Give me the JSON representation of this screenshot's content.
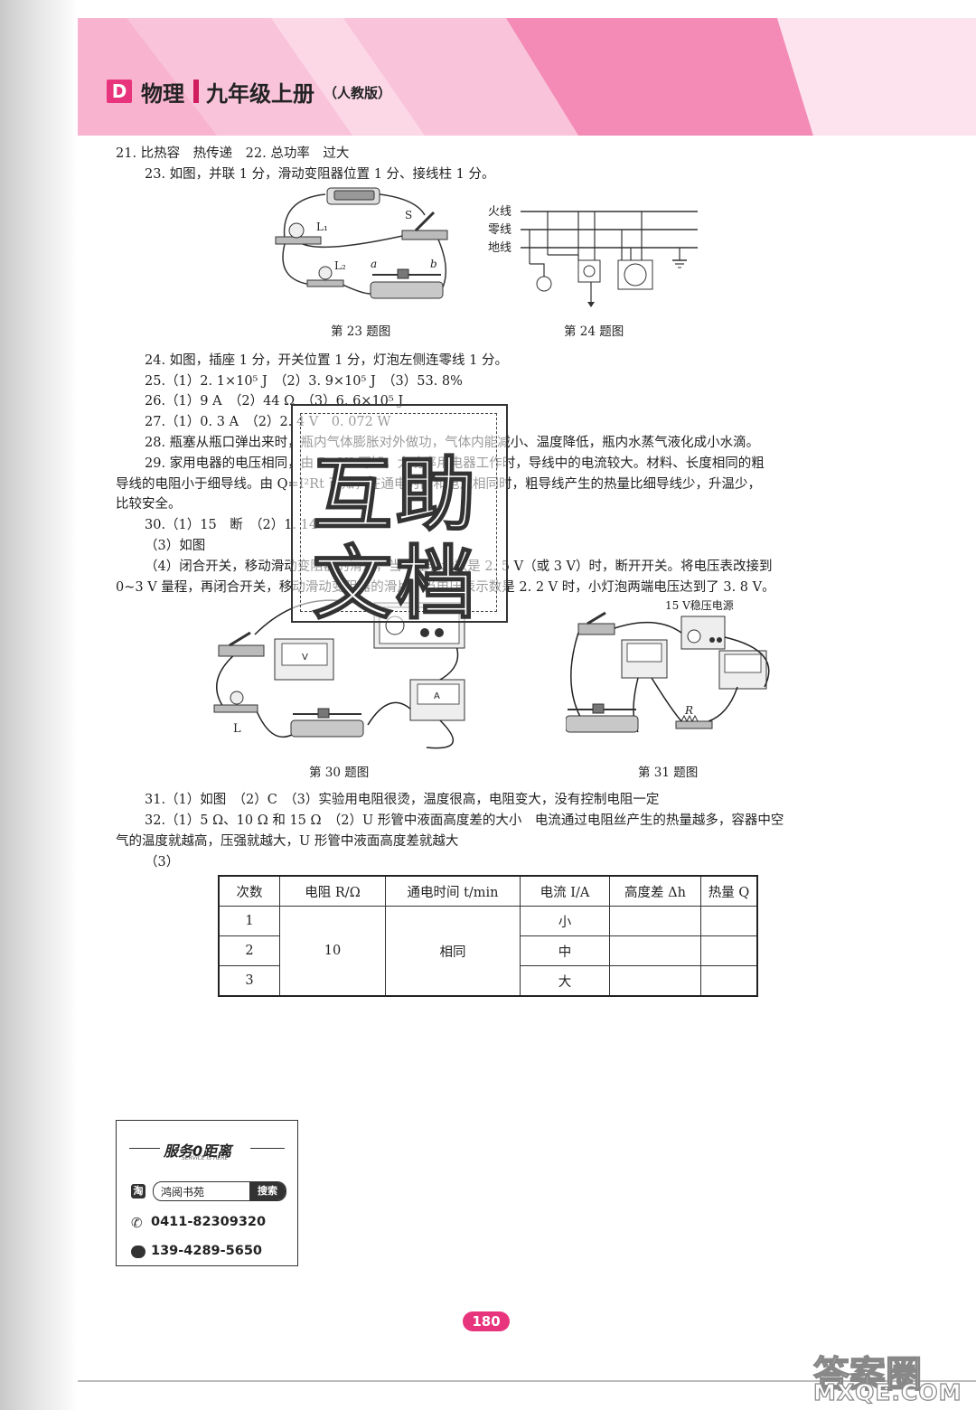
{
  "header": {
    "badge": "D",
    "subject": "物理",
    "grade": "九年级上册",
    "edition": "（人教版）"
  },
  "lines": {
    "l1": "21. 比热容　热传递　22. 总功率　过大",
    "l2": "23. 如图，并联 1 分，滑动变阻器位置 1 分、接线柱 1 分。",
    "l3": "24. 如图，插座 1 分，开关位置 1 分，灯泡左侧连零线 1 分。",
    "l4": "25.（1）2. 1×10⁵ J　（2）3. 9×10⁵ J　（3）53. 8%",
    "l5": "26.（1）9 A　（2）44 Ω　（3）6. 6×10⁵ J",
    "l6": "27.（1）0. 3 A　（2）2. 4 V　0. 072 W",
    "l7": "28. 瓶塞从瓶口弹出来时，瓶内气体膨胀对外做功，气体内能减小、温度降低，瓶内水蒸气液化成小水滴。",
    "l8": "29. 家用电器的电压相同，由 P=UI 可知，大功率用电器工作时，导线中的电流较大。材料、长度相同的粗",
    "l9": "导线的电阻小于细导线。由 Q=I²Rt 可知，在通电时间和电流相同时，粗导线产生的热量比细导线少，升温少，",
    "l10": "比较安全。",
    "l11": "30.（1）15　断　（2）1. 14",
    "l12": "（3）如图",
    "l13": "（4）闭合开关，移动滑动变阻器的滑片，当电压表示数是 2. 5 V（或 3 V）时，断开开关。将电压表改接到",
    "l14": "0~3 V 量程，再闭合开关，移动滑动变阻器的滑片，当电压表示数是 2. 2 V 时，小灯泡两端电压达到了 3. 8 V。",
    "l15": "31.（1）如图　（2）C　（3）实验用电阻很烫，温度很高，电阻变大，没有控制电阻一定",
    "l16": "32.（1）5 Ω、10 Ω 和 15 Ω　（2）U 形管中液面高度差的大小　电流通过电阻丝产生的热量越多，容器中空",
    "l17": "气的温度就越高，压强就越大，U 形管中液面高度差就越大",
    "l18": "（3）"
  },
  "captions": {
    "fig23": "第 23 题图",
    "fig24": "第 24 题图",
    "fig30": "第 30 题图",
    "fig31": "第 31 题图"
  },
  "fig_labels": {
    "fire": "火线",
    "zero": "零线",
    "ground": "地线",
    "l1": "L₁",
    "l2": "L₂",
    "s": "S",
    "a": "a",
    "b": "b",
    "lamp_l": "L",
    "supply": "15 V稳压电源",
    "r": "R",
    "v": "V",
    "amp": "A"
  },
  "table": {
    "headers": [
      "次数",
      "电阻 R/Ω",
      "通电时间 t/min",
      "电流 I/A",
      "高度差 Δh",
      "热量 Q"
    ],
    "runs": [
      "1",
      "2",
      "3"
    ],
    "resistance": "10",
    "time": "相同",
    "currents": [
      "小",
      "中",
      "大"
    ]
  },
  "service": {
    "title": "服务0距离",
    "subtitle": "SERVICE IS HERE",
    "tao_icon": "淘",
    "search_text": "鸿阅书苑",
    "search_button": "搜索",
    "phone": "0411-82309320",
    "mobile": "139-4289-5650"
  },
  "page_number": "180",
  "stamp": {
    "line1": "互助",
    "line2": "文档"
  },
  "watermark": {
    "line1": "答案圈",
    "line2": "MXQE.COM"
  },
  "colors": {
    "accent": "#e8347c",
    "header_pink": "#f7b9d2"
  }
}
